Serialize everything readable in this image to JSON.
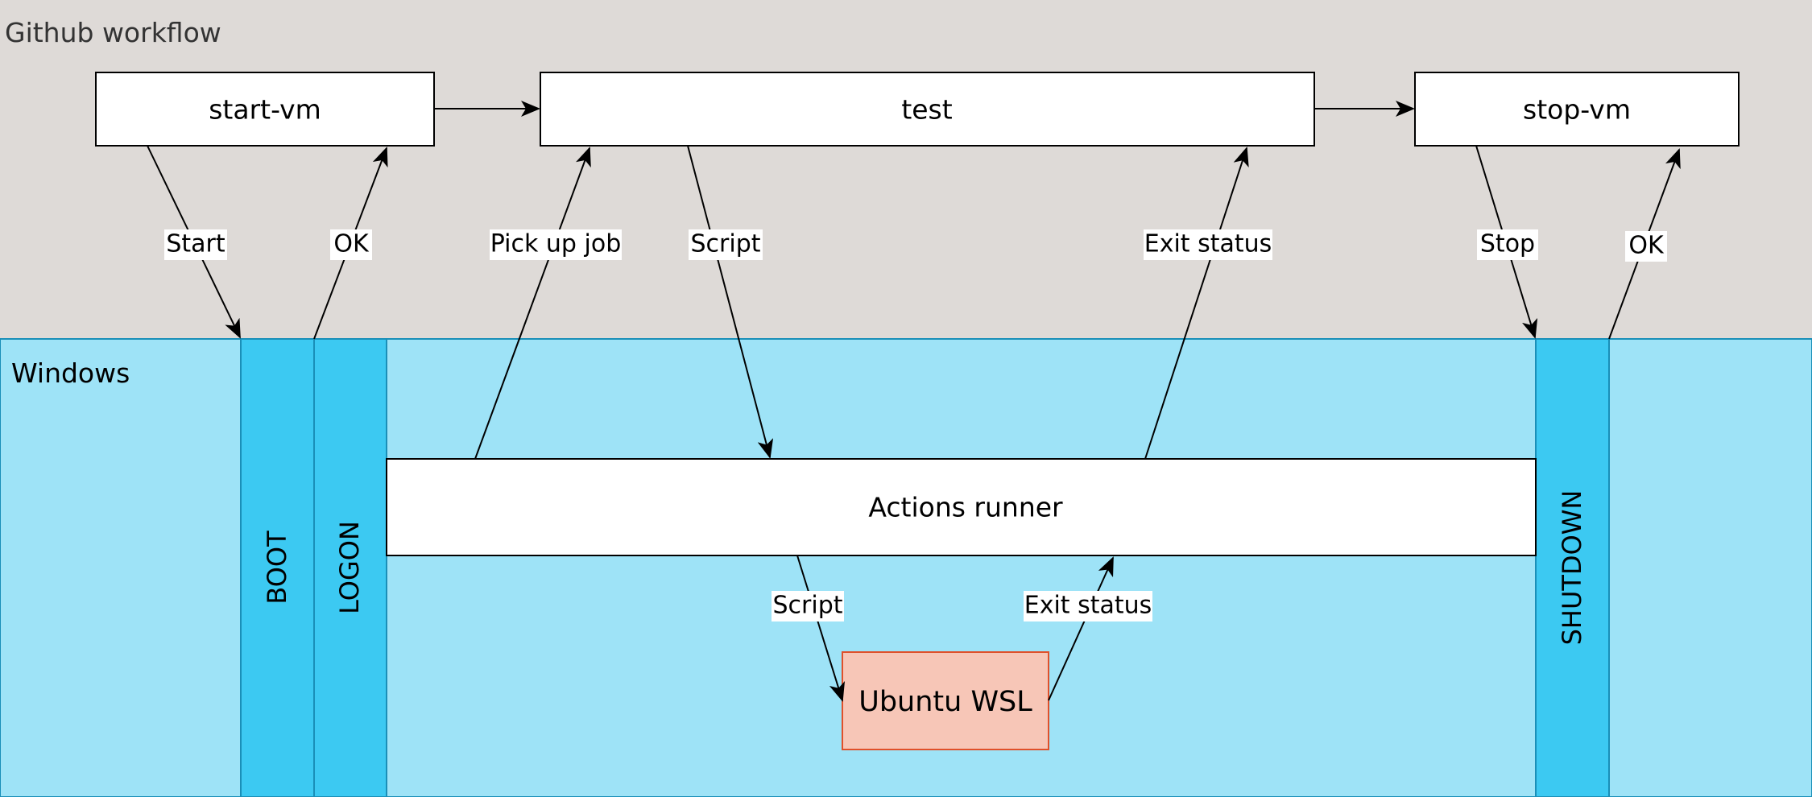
{
  "workflow": {
    "title": "Github workflow",
    "background": "#dedad7",
    "jobs": {
      "start_vm": "start-vm",
      "test": "test",
      "stop_vm": "stop-vm"
    }
  },
  "windows": {
    "title": "Windows",
    "background": "#9ee3f7",
    "phase_color": "#3cc9f2",
    "border_color": "#1a8fb8",
    "phases": {
      "boot": "BOOT",
      "logon": "LOGON",
      "shutdown": "SHUTDOWN"
    },
    "runner": "Actions runner",
    "wsl": {
      "label": "Ubuntu WSL",
      "fill": "#f7c6b7",
      "border": "#e0502a"
    }
  },
  "edges": {
    "start": "Start",
    "ok_boot": "OK",
    "pick_up_job": "Pick up job",
    "script_test": "Script",
    "exit_status_test": "Exit status",
    "stop": "Stop",
    "ok_shutdown": "OK",
    "script_wsl": "Script",
    "exit_status_wsl": "Exit status"
  }
}
